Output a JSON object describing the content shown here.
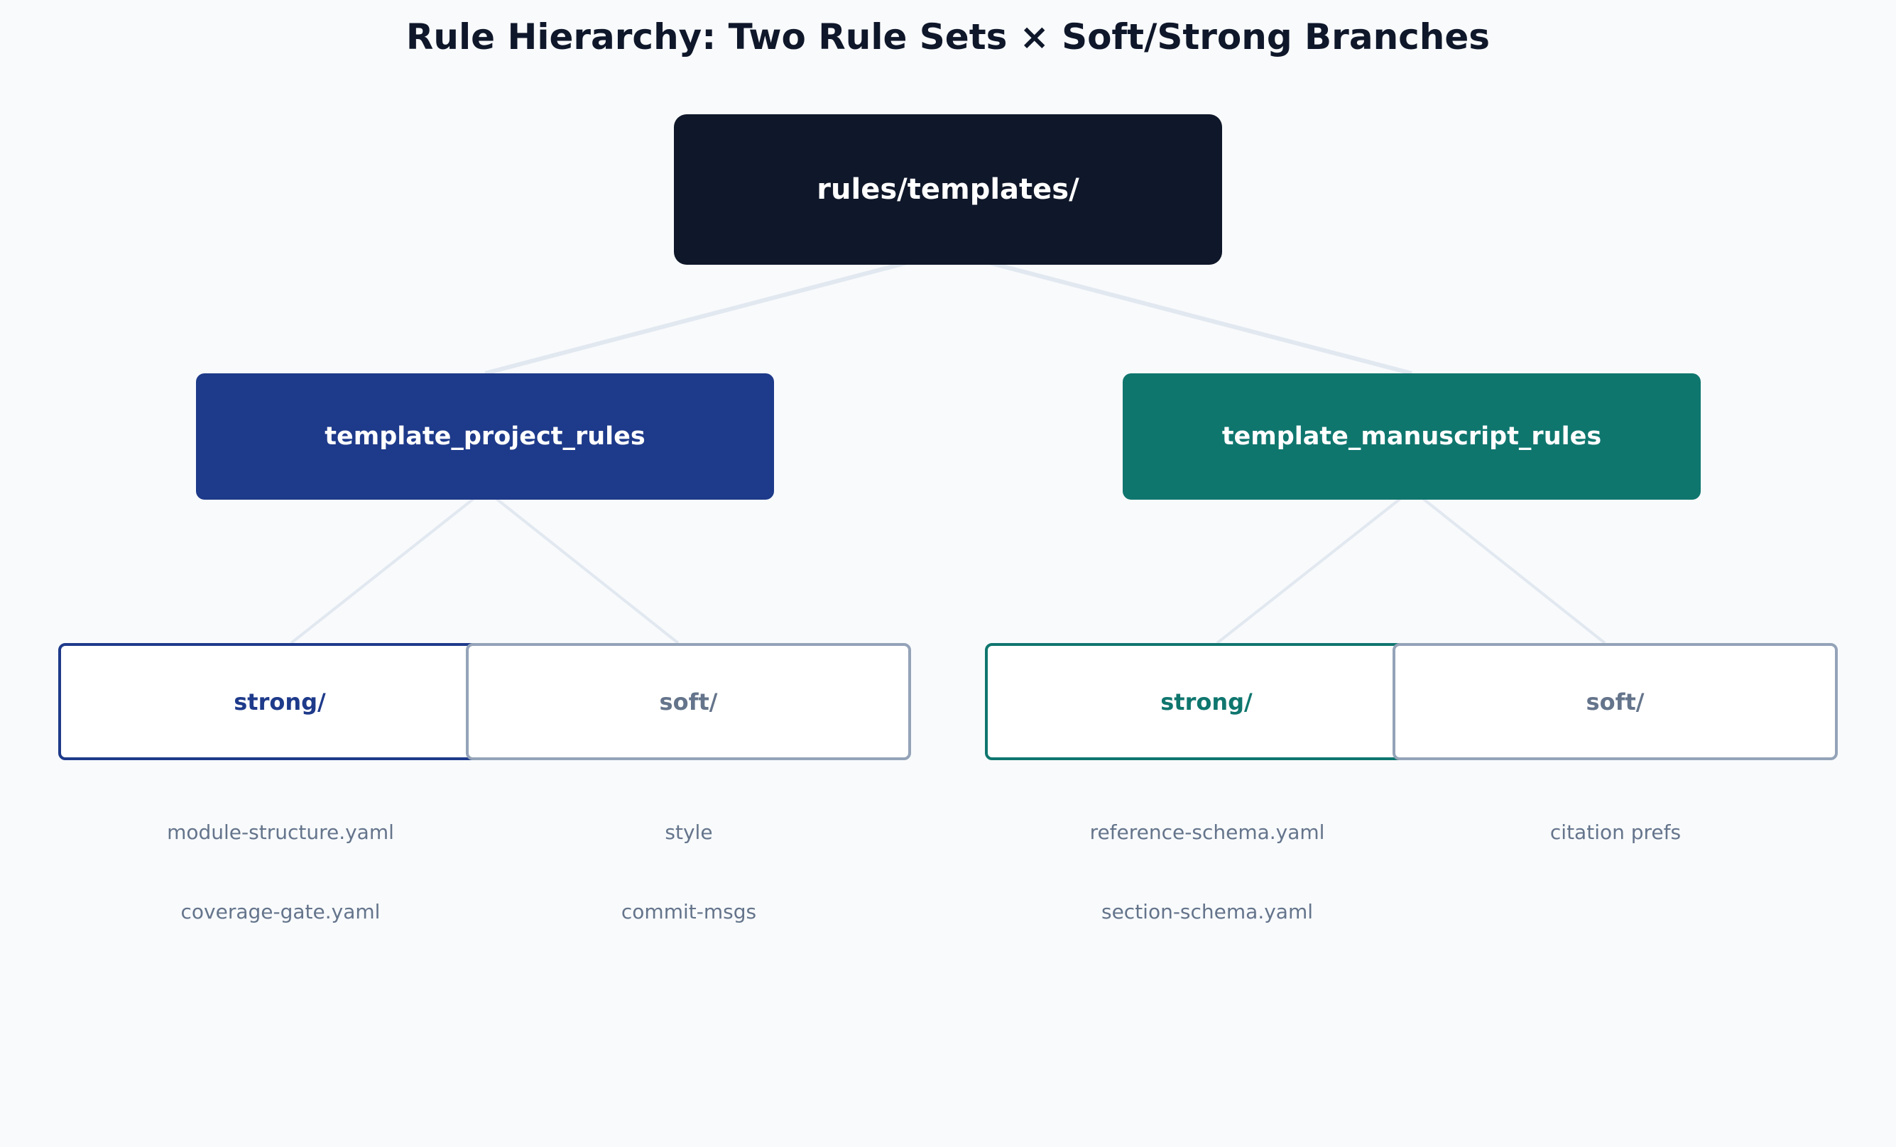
{
  "title": "Rule Hierarchy: Two Rule Sets × Soft/Strong Branches",
  "root": {
    "label": "rules/templates/"
  },
  "rule_sets": [
    {
      "label": "template_project_rules",
      "color": "#1e3a8a",
      "strong": {
        "label": "strong/",
        "items": [
          "module-structure.yaml",
          "coverage-gate.yaml"
        ]
      },
      "soft": {
        "label": "soft/",
        "items": [
          "style",
          "commit-msgs"
        ]
      }
    },
    {
      "label": "template_manuscript_rules",
      "color": "#0f766e",
      "strong": {
        "label": "strong/",
        "items": [
          "reference-schema.yaml",
          "section-schema.yaml"
        ]
      },
      "soft": {
        "label": "soft/",
        "items": [
          "citation prefs"
        ]
      }
    }
  ],
  "colors": {
    "background": "#f8fafc",
    "root": "#0f172a",
    "soft_border": "#94a3b8",
    "text_muted": "#64748b",
    "edge": "#e2e8f0"
  }
}
